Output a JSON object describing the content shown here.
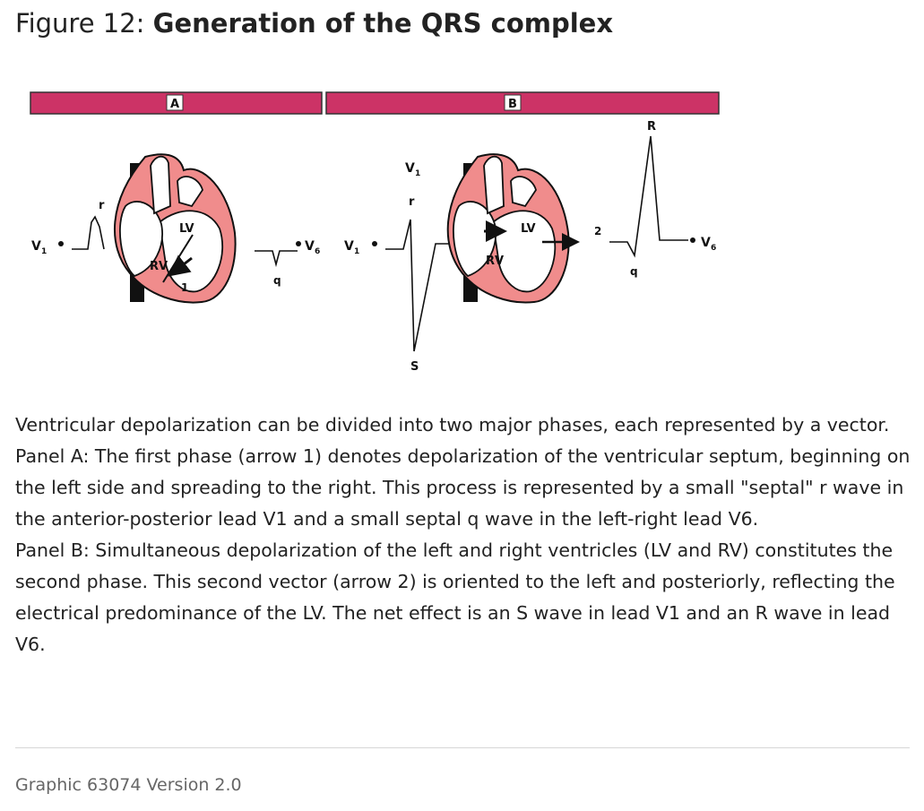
{
  "figure": {
    "number_label": "Figure 12:",
    "title": "Generation of the QRS complex"
  },
  "diagram": {
    "panel_a": {
      "label": "A",
      "lead_left": "V",
      "lead_left_sub": "1",
      "lead_right": "V",
      "lead_right_sub": "6",
      "wave_r": "r",
      "wave_q": "q",
      "lv_label": "LV",
      "rv_label": "RV",
      "arrow_label": "1"
    },
    "panel_b": {
      "label": "B",
      "lead_top": "V",
      "lead_top_sub": "1",
      "lead_left": "V",
      "lead_left_sub": "1",
      "lead_right": "V",
      "lead_right_sub": "6",
      "wave_r_small": "r",
      "wave_s": "S",
      "wave_r_big": "R",
      "wave_q": "q",
      "lv_label": "LV",
      "rv_label": "RV",
      "arrow_label": "2"
    },
    "colors": {
      "banner": "#cc3366",
      "myocardium": "#f08c8c",
      "aorta": "#111111"
    }
  },
  "caption": {
    "intro": "Ventricular depolarization can be divided into two major phases, each represented by a vector.",
    "panel_a": "Panel A: The first phase (arrow 1) denotes depolarization of the ventricular septum, beginning on the left side and spreading to the right. This process is represented by a small \"septal\" r wave in the anterior-posterior lead V1 and a small septal q wave in the left-right lead V6.",
    "panel_b": "Panel B: Simultaneous depolarization of the left and right ventricles (LV and RV) constitutes the second phase. This second vector (arrow 2) is oriented to the left and posteriorly, reflecting the electrical predominance of the LV. The net effect is an S wave in lead V1 and an R wave in lead V6."
  },
  "footer": {
    "graphic_id": "Graphic 63074 Version 2.0"
  }
}
